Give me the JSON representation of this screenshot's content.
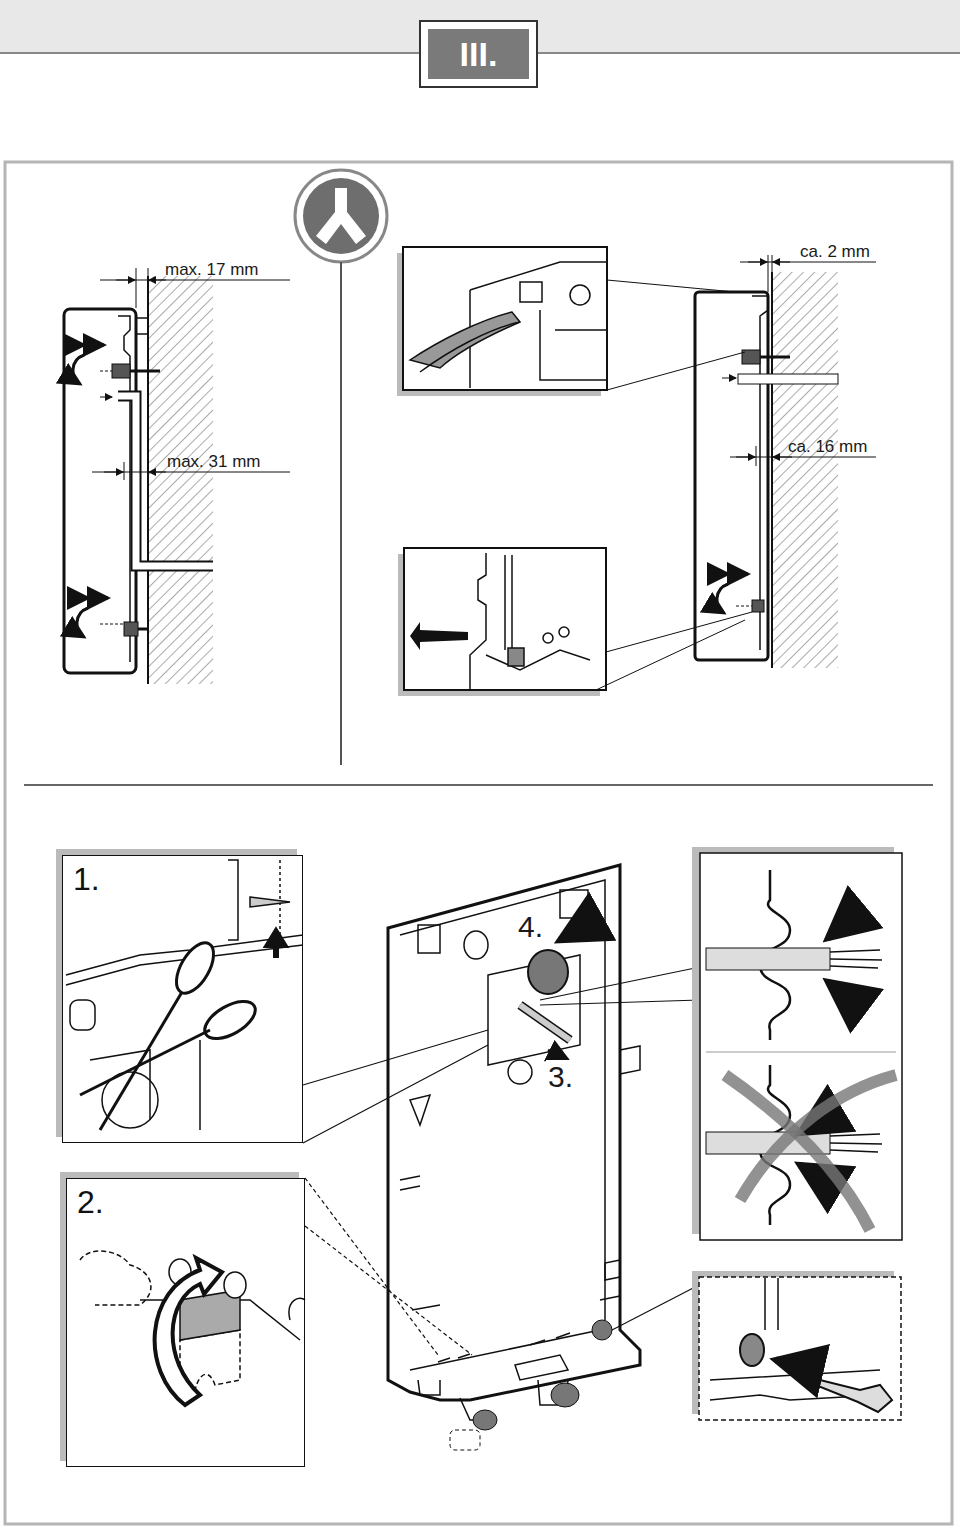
{
  "diagram": {
    "nodes": [
      {
        "text": [
          "III."
        ]
      },
      {
        "text": [
          "1."
        ]
      },
      {
        "text": [
          "2."
        ]
      }
    ],
    "labels": [
      "max. 17 mm",
      "max. 31 mm",
      "ca. 2 mm",
      "ca. 16 mm",
      "4.",
      "3."
    ]
  }
}
